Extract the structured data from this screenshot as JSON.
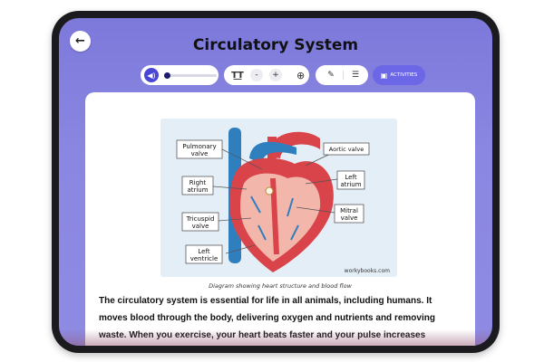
{
  "page": {
    "title": "Circulatory System"
  },
  "toolbar": {
    "audio": {
      "volume_icon": "volume-icon",
      "progress": 0.05
    },
    "text_size": {
      "icon": "text-size-icon",
      "decrease": "-",
      "increase": "+"
    },
    "translate_icon": "globe-icon",
    "tools": {
      "pen_icon": "pen-icon",
      "list_icon": "list-icon"
    },
    "activities_label": "ACTIVITIES"
  },
  "figure": {
    "labels": {
      "pulmonary_valve": [
        "Pulmonary",
        "valve"
      ],
      "aortic_valve": [
        "Aortic valve"
      ],
      "right_atrium": [
        "Right",
        "atrium"
      ],
      "left_atrium": [
        "Left",
        "atrium"
      ],
      "tricuspid_valve": [
        "Tricuspid",
        "valve"
      ],
      "mitral_valve": [
        "Mitral",
        "valve"
      ],
      "left_ventricle": [
        "Left",
        "ventricle"
      ]
    },
    "credit": "workybooks.com",
    "caption": "Diagram showing heart structure and blood flow"
  },
  "content": {
    "text": "The circulatory system is essential for life in all animals, including humans. It moves blood through the body, delivering oxygen and nutrients and removing waste. When you exercise, your heart beats faster and your pulse increases"
  },
  "colors": {
    "screen_bg": "#8a87e2",
    "accent": "#6c67e6",
    "heart_red": "#d9434a",
    "vessel_blue": "#2f7fbf"
  }
}
